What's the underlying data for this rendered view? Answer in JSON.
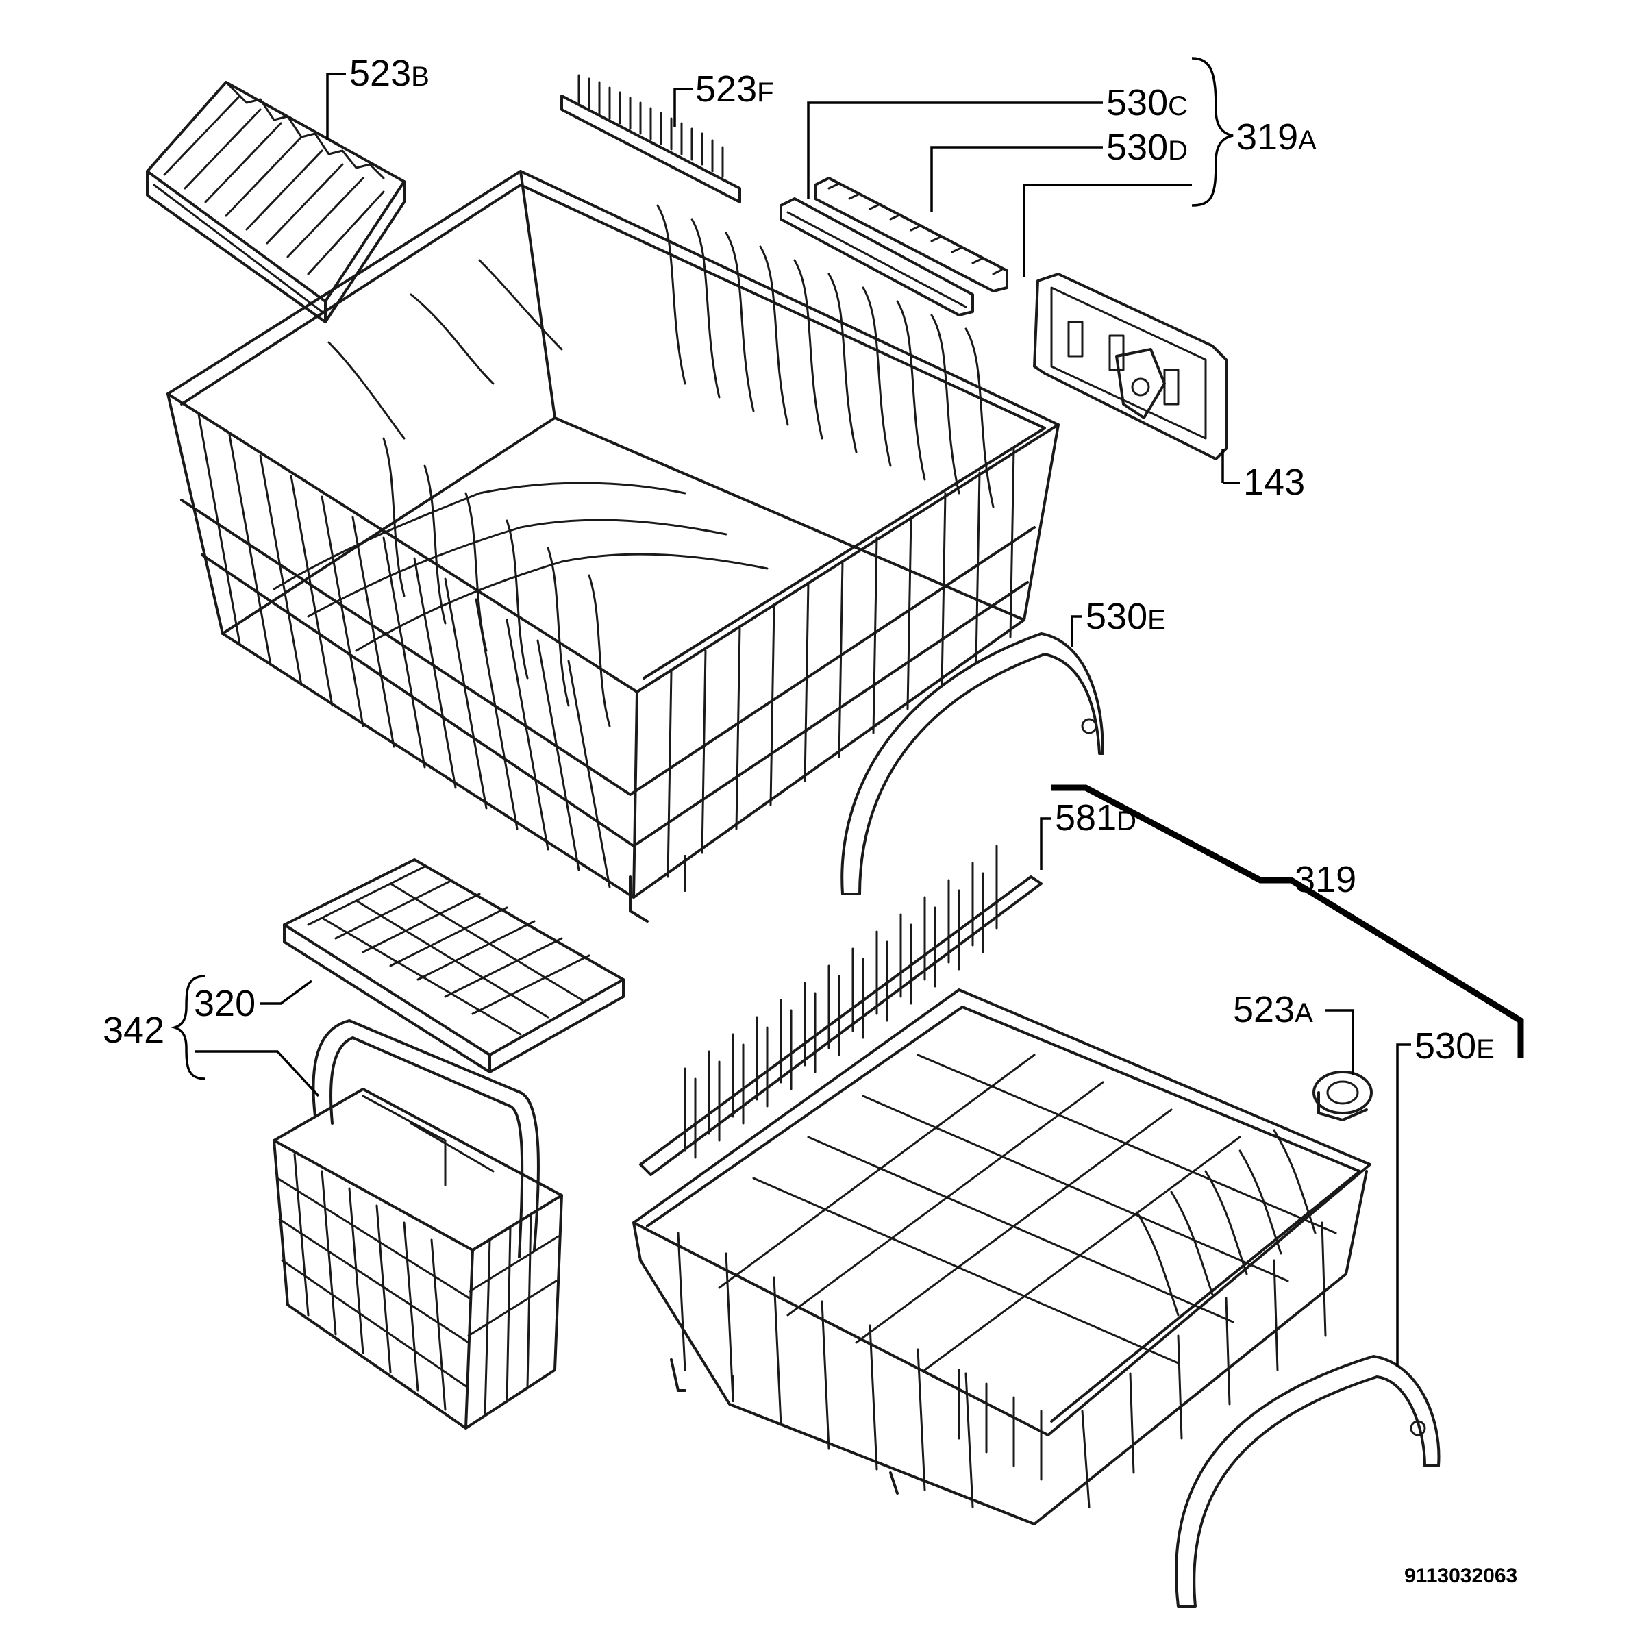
{
  "labels": {
    "p523b": {
      "num": "523",
      "suf": "B"
    },
    "p523f": {
      "num": "523",
      "suf": "F"
    },
    "p530c": {
      "num": "530",
      "suf": "C"
    },
    "p530d": {
      "num": "530",
      "suf": "D"
    },
    "p319a": {
      "num": "319",
      "suf": "A"
    },
    "p143": {
      "num": "143",
      "suf": ""
    },
    "p530e_top": {
      "num": "530",
      "suf": "E"
    },
    "p581d": {
      "num": "581",
      "suf": "D"
    },
    "p319": {
      "num": "319",
      "suf": ""
    },
    "p523a": {
      "num": "523",
      "suf": "A"
    },
    "p530e_bottom": {
      "num": "530",
      "suf": "E"
    },
    "p342": {
      "num": "342",
      "suf": ""
    },
    "p320": {
      "num": "320",
      "suf": ""
    }
  },
  "drawing_id": "9113032063"
}
